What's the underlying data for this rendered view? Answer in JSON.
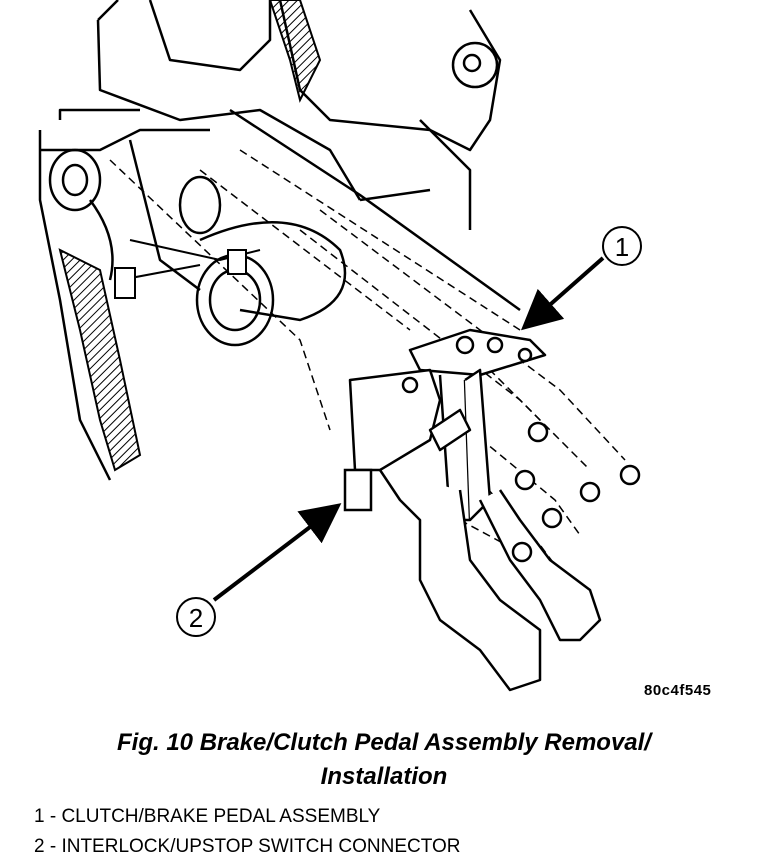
{
  "image_code": "80c4f545",
  "callouts": [
    {
      "number": "1"
    },
    {
      "number": "2"
    }
  ],
  "caption": {
    "line1": "Fig. 10 Brake/Clutch Pedal Assembly Removal/",
    "line2": "Installation"
  },
  "legend": [
    "1 - CLUTCH/BRAKE PEDAL ASSEMBLY",
    "2 - INTERLOCK/UPSTOP SWITCH CONNECTOR"
  ]
}
